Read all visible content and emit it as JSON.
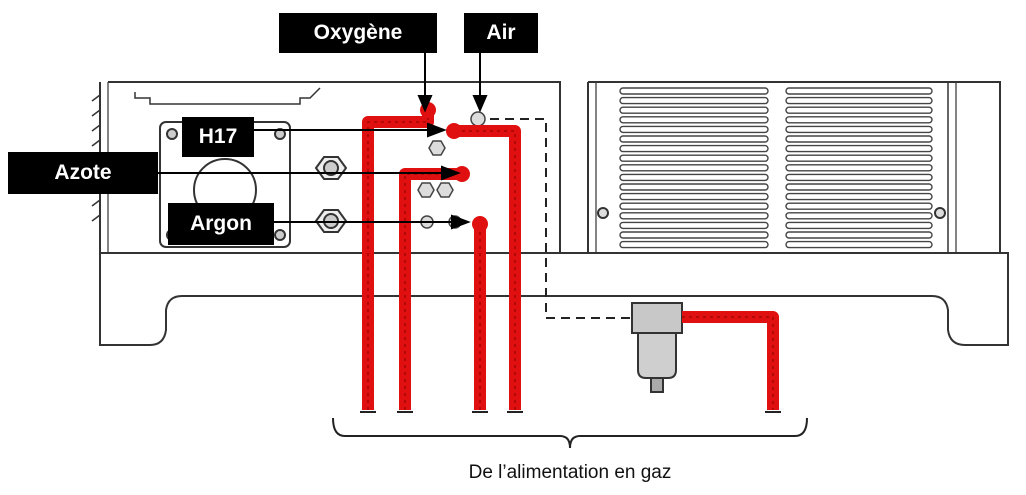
{
  "labels": {
    "oxygen": "Oxygène",
    "air": "Air",
    "h17": "H17",
    "azote": "Azote",
    "argon": "Argon"
  },
  "caption": "De l’alimentation en gaz",
  "colors": {
    "gas_line": "#e01010",
    "outline": "#333333",
    "label_bg": "#000000",
    "label_text": "#ffffff"
  }
}
